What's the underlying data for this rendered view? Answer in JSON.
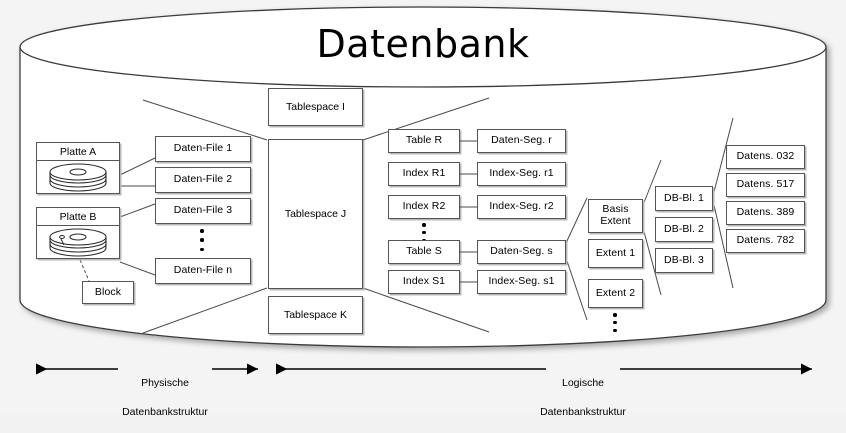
{
  "title": "Datenbank",
  "physical": {
    "disks": [
      {
        "label": "Platte A",
        "icon": "disk-platter-icon"
      },
      {
        "label": "Platte B",
        "icon": "disk-platter-icon"
      }
    ],
    "block": "Block",
    "data_files": [
      "Daten-File 1",
      "Daten-File 2",
      "Daten-File 3",
      "Daten-File n"
    ],
    "data_files_ellipsis": "⋮"
  },
  "tablespaces": [
    "Tablespace I",
    "Tablespace J",
    "Tablespace K"
  ],
  "logical": {
    "objects": [
      "Table R",
      "Index R1",
      "Index R2",
      "Table S",
      "Index S1"
    ],
    "segments": [
      "Daten-Seg. r",
      "Index-Seg. r1",
      "Index-Seg. r2",
      "Daten-Seg. s",
      "Index-Seg. s1"
    ],
    "extents": [
      "Basis Extent",
      "Extent 1",
      "Extent 2"
    ],
    "extent_first_line": "Basis",
    "extent_second_line": "Extent",
    "blocks": [
      "DB-Bl. 1",
      "DB-Bl. 2",
      "DB-Bl. 3"
    ],
    "records": [
      "Datens. 032",
      "Datens. 517",
      "Datens. 389",
      "Datens. 782"
    ]
  },
  "footer": {
    "left_label_line1": "Physische",
    "left_label_line2": "Datenbankstruktur",
    "right_label_line1": "Logische",
    "right_label_line2": "Datenbankstruktur"
  },
  "colors": {
    "background": "#f4f4f4",
    "box_fill": "#ffffff",
    "stroke": "#555555",
    "shadow": "#b9b9b9",
    "text": "#000000"
  }
}
